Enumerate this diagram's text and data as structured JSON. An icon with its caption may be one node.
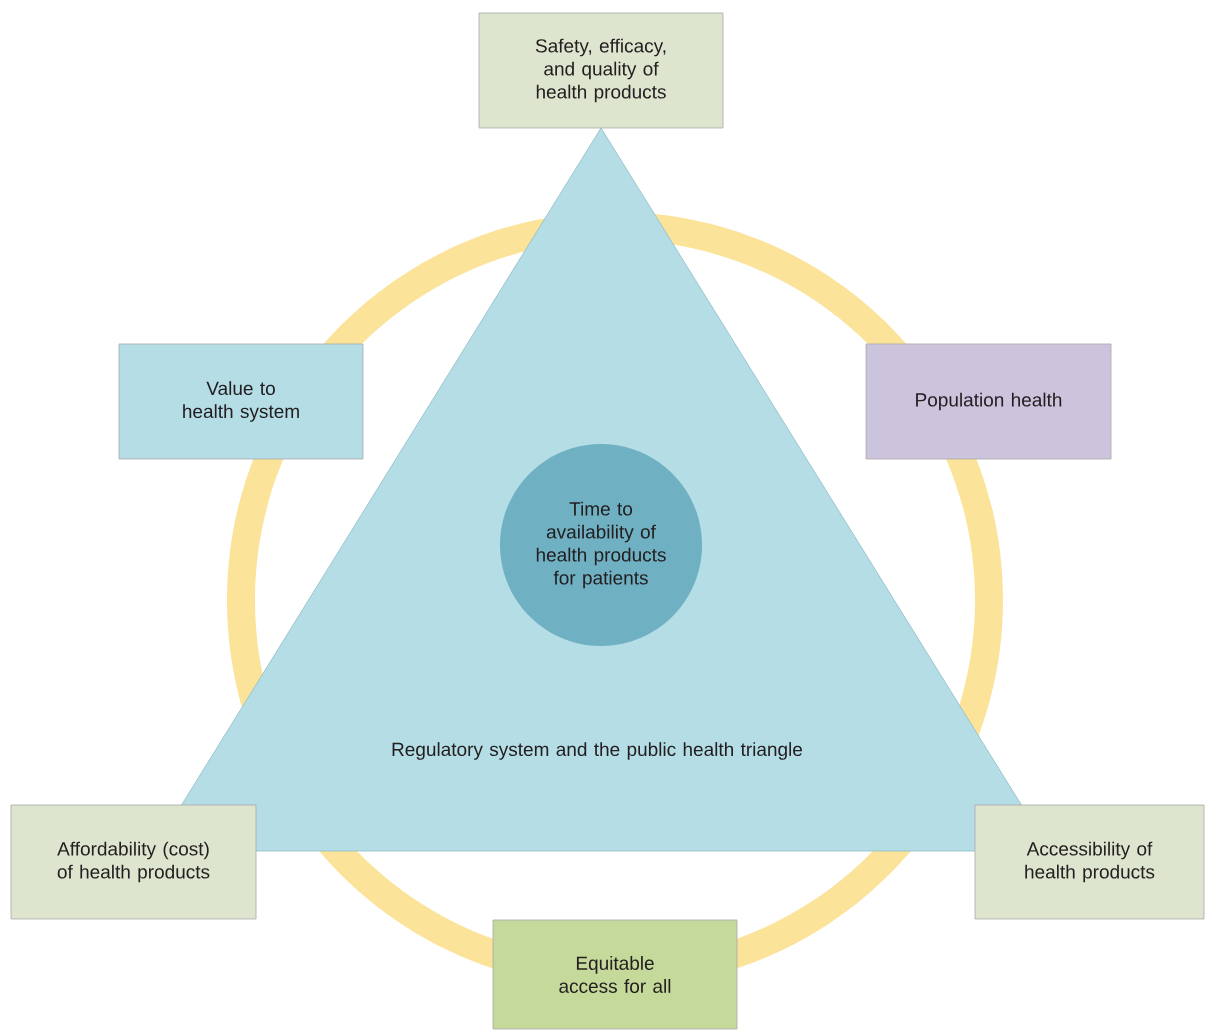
{
  "diagram": {
    "nodes": [
      {
        "text": [
          "Safety, efficacy, and quality of health products"
        ]
      },
      {
        "text": [
          "Value to health system"
        ]
      },
      {
        "text": [
          "Population health"
        ]
      },
      {
        "text": [
          "Regulatory system and the public health triangle"
        ]
      },
      {
        "text": [
          "Time to availability of health products for patients"
        ],
        "in": 3
      },
      {
        "text": [
          "Affordability (cost) of health products"
        ]
      },
      {
        "text": [
          "Accessibility of health products"
        ]
      },
      {
        "text": [
          "Equitable access for all"
        ]
      }
    ]
  }
}
